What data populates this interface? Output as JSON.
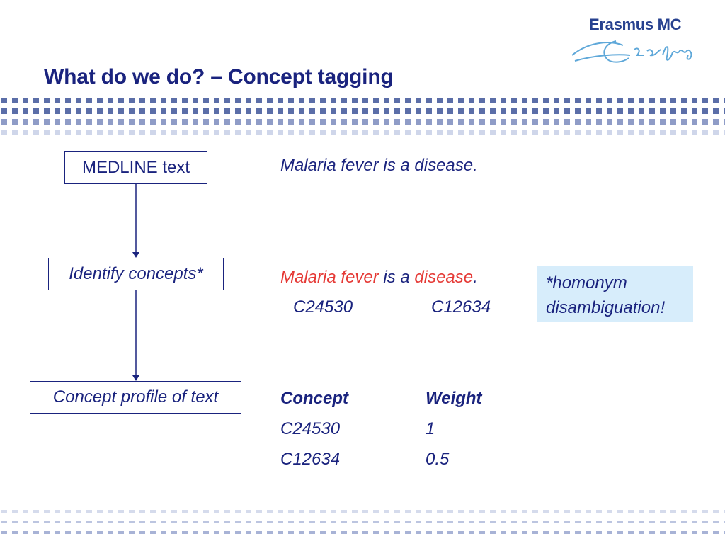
{
  "slide": {
    "title": "What do we do? – Concept tagging"
  },
  "logo": {
    "text": "Erasmus MC"
  },
  "flow": {
    "step1": "MEDLINE text",
    "step2": "Identify concepts*",
    "step3": "Concept profile of text"
  },
  "example": {
    "sentence": "Malaria fever is a disease.",
    "tagged": {
      "part1": "Malaria fever",
      "part2": " is a ",
      "part3": "disease",
      "part4": "."
    },
    "codes": [
      "C24530",
      "C12634"
    ]
  },
  "note": {
    "line1": "*homonym",
    "line2": "disambiguation!"
  },
  "profile_table": {
    "headers": [
      "Concept",
      "Weight"
    ],
    "rows": [
      [
        "C24530",
        "1"
      ],
      [
        "C12634",
        "0.5"
      ]
    ]
  },
  "colors": {
    "navy": "#1a237e",
    "red": "#e53935",
    "note_bg": "#d7edfb"
  }
}
